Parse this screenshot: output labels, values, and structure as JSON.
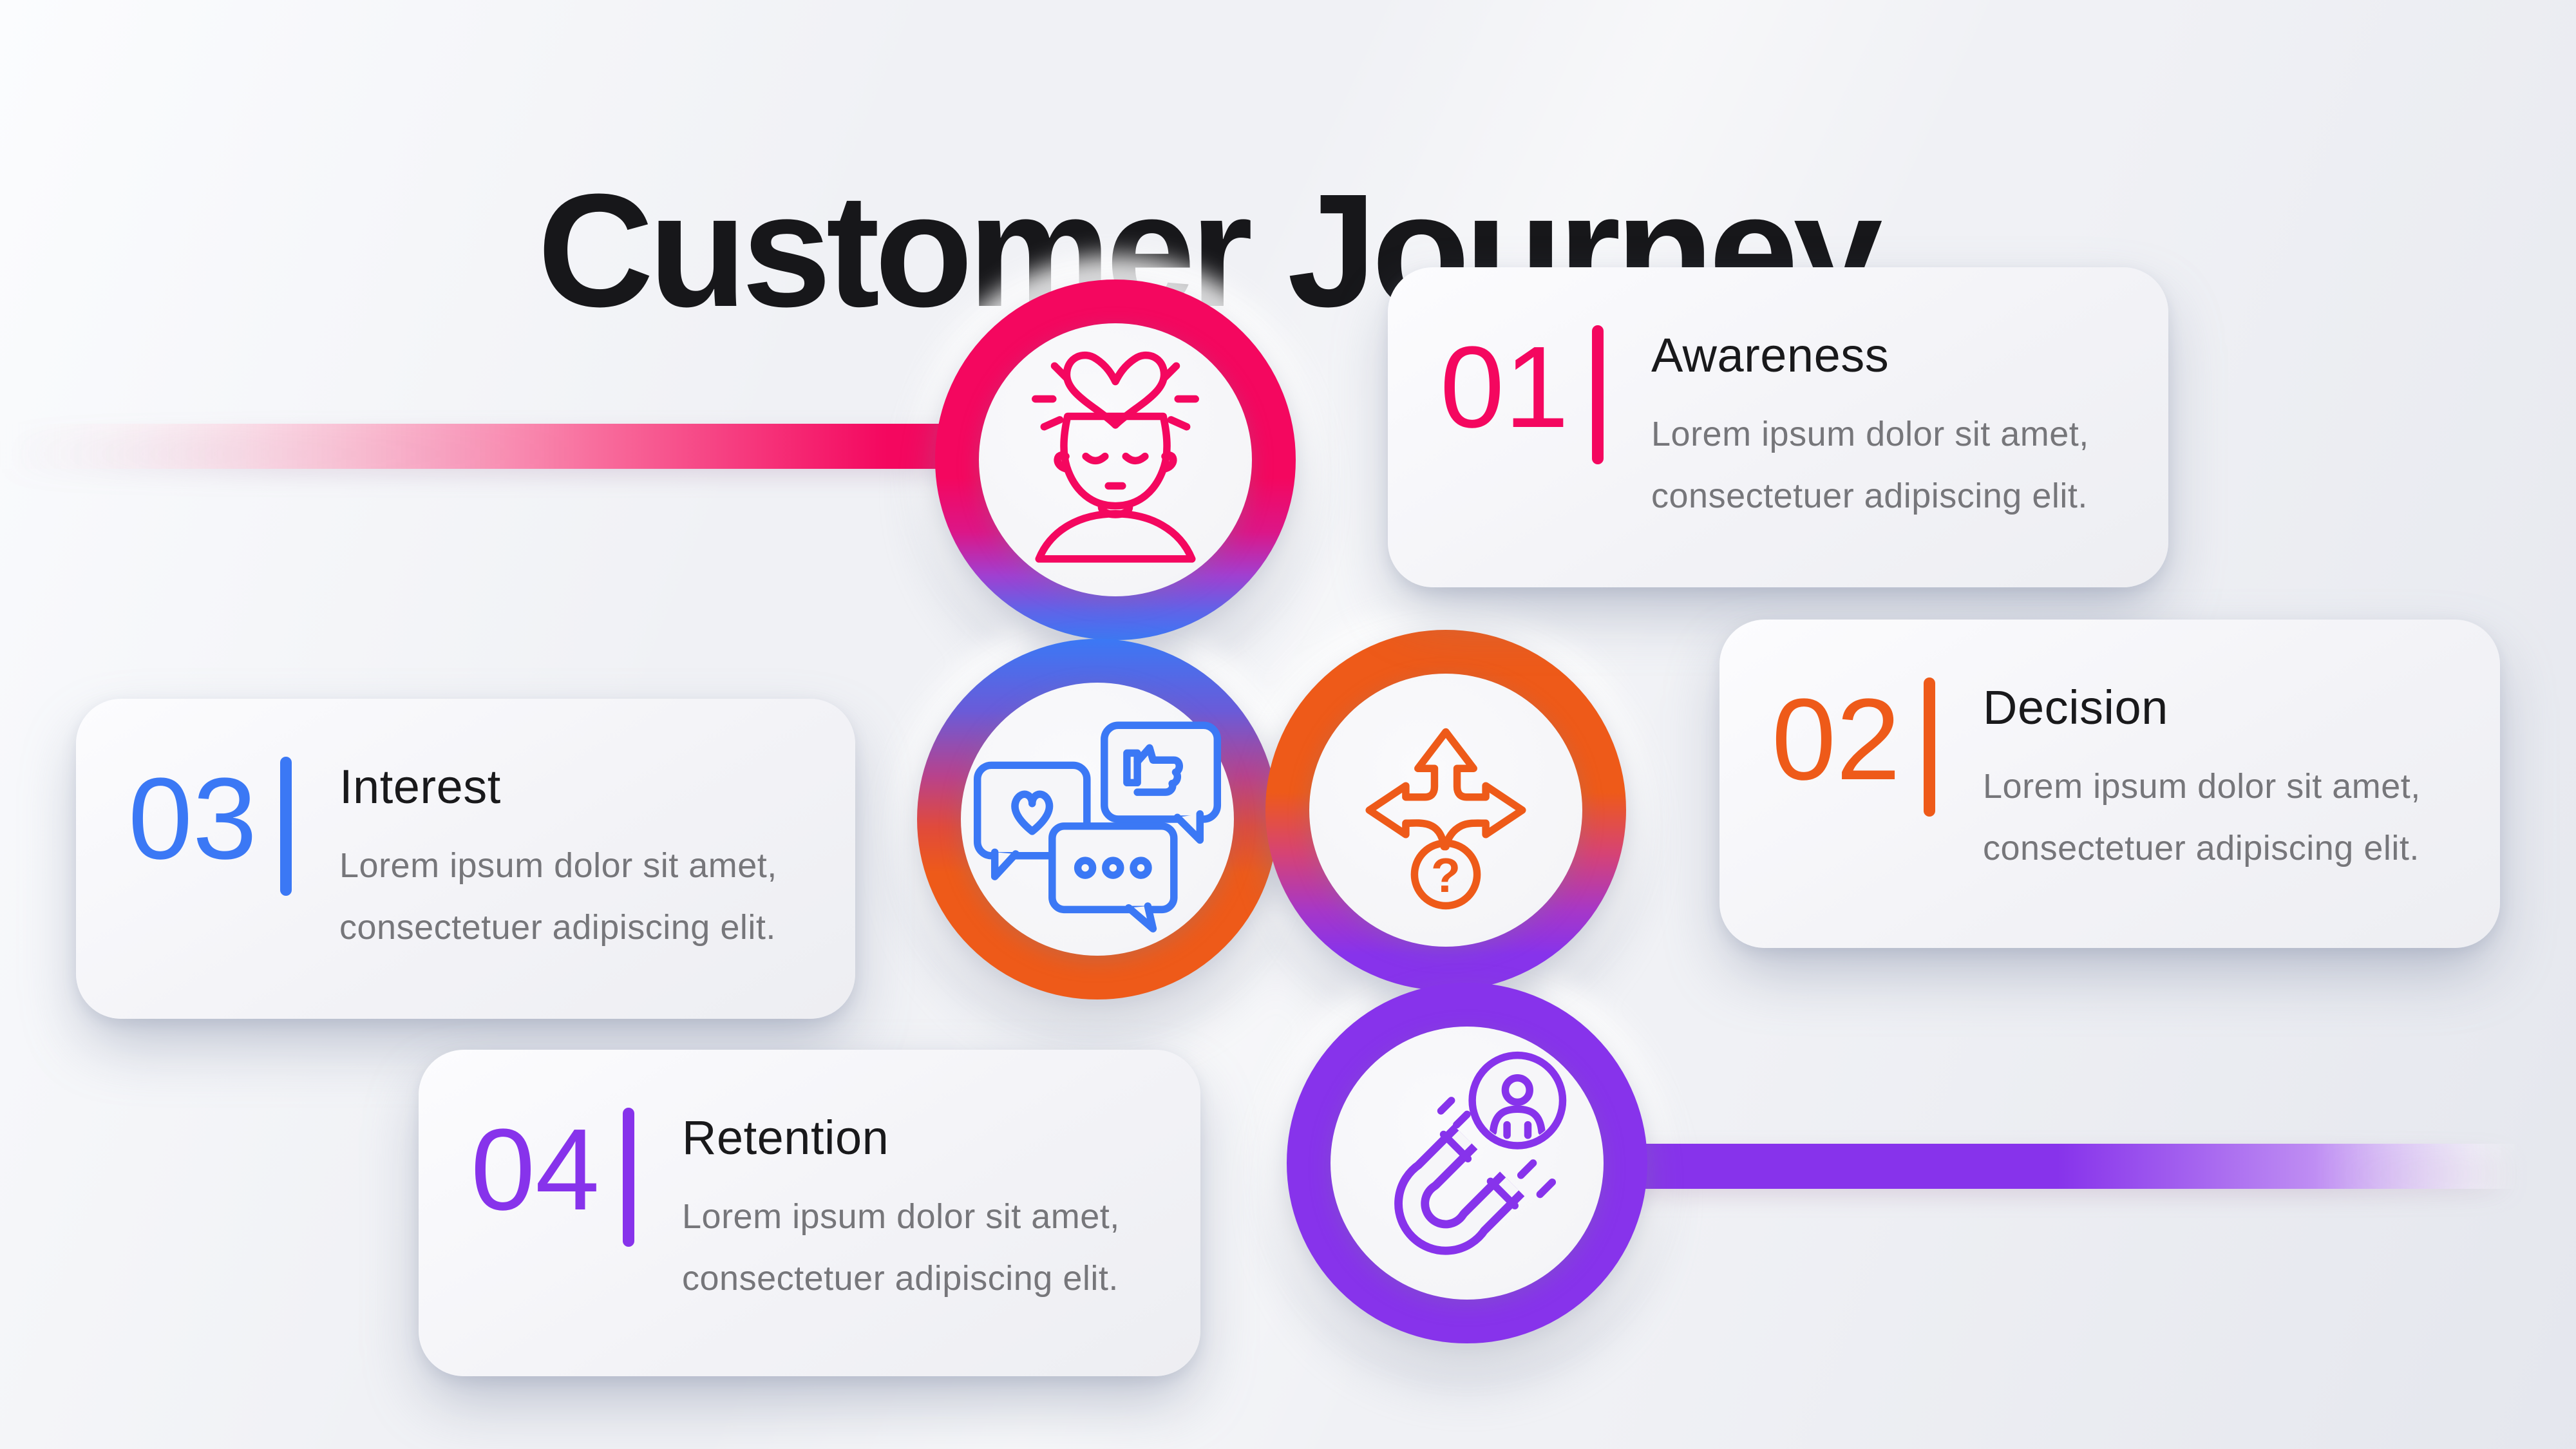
{
  "title": "Customer Journey",
  "background_color": "#F0F1F5",
  "path_colors": {
    "pink": "#F4075F",
    "blue": "#3B78F5",
    "orange": "#EE5A19",
    "purple": "#8733EB"
  },
  "steps": [
    {
      "number": "01",
      "label": "Awareness",
      "description": "Lorem ipsum dolor sit amet, consectetuer adipiscing elit.",
      "color": "#F4075F",
      "icon": "mind-heart-icon"
    },
    {
      "number": "02",
      "label": "Decision",
      "description": "Lorem ipsum dolor sit amet, consectetuer adipiscing elit.",
      "color": "#EE5A19",
      "icon": "direction-arrows-icon",
      "icon_glyph": "?"
    },
    {
      "number": "03",
      "label": "Interest",
      "description": "Lorem ipsum dolor sit amet, consectetuer adipiscing elit.",
      "color": "#3B78F5",
      "icon": "chat-feedback-icon"
    },
    {
      "number": "04",
      "label": "Retention",
      "description": "Lorem ipsum dolor sit amet, consectetuer adipiscing elit.",
      "color": "#8733EB",
      "icon": "magnet-customer-icon"
    }
  ]
}
